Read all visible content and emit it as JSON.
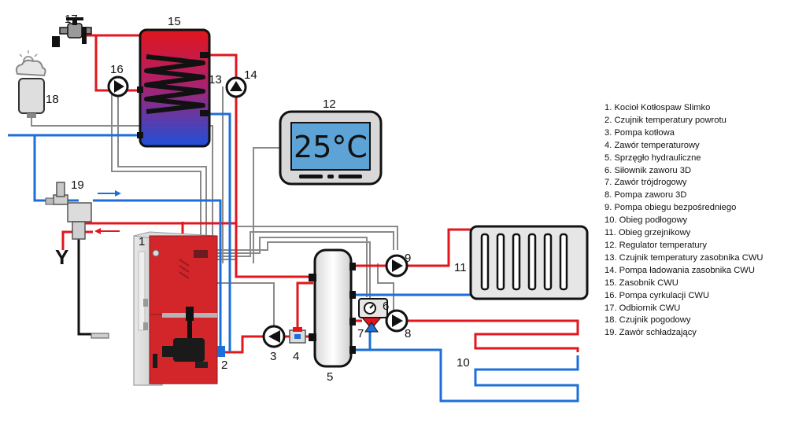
{
  "diagram": {
    "labels": {
      "n1": "1",
      "n2": "2",
      "n3": "3",
      "n4": "4",
      "n5": "5",
      "n6": "6",
      "n7": "7",
      "n8": "8",
      "n9": "9",
      "n10": "10",
      "n11": "11",
      "n12": "12",
      "n13": "13",
      "n14": "14",
      "n15": "15",
      "n16": "16",
      "n17": "17",
      "n18": "18",
      "n19": "19"
    },
    "thermostat_display": "25°C",
    "y_mark": "Y",
    "pipe_colors": {
      "hot": "#e2161c",
      "cold": "#1c6fd8",
      "signal": "#8a8a8a"
    }
  },
  "legend": [
    "1. Kocioł Kotłospaw Slimko",
    "2. Czujnik temperatury powrotu",
    "3. Pompa kotłowa",
    "4. Zawór temperaturowy",
    "5. Sprzęgło hydrauliczne",
    "6. Siłownik zaworu 3D",
    "7. Zawór trójdrogowy",
    "8. Pompa zaworu 3D",
    "9. Pompa obiegu bezpośredniego",
    "10. Obieg podłogowy",
    "11. Obieg grzejnikowy",
    "12. Regulator temperatury",
    "13. Czujnik temperatury zasobnika CWU",
    "14. Pompa ładowania zasobnika CWU",
    "15. Zasobnik CWU",
    "16. Pompa cyrkulacji CWU",
    "17. Odbiornik CWU",
    "18. Czujnik pogodowy",
    "19. Zawór schładzający"
  ]
}
